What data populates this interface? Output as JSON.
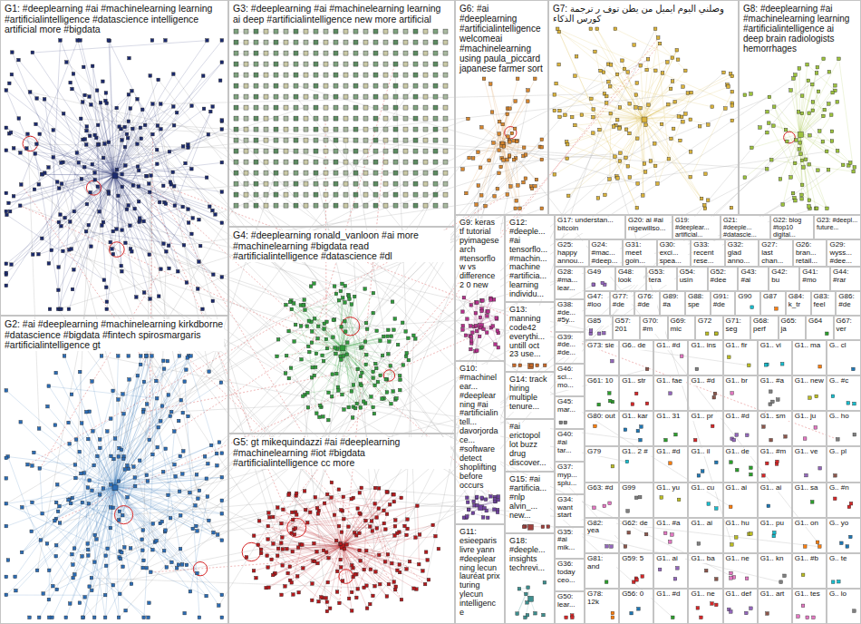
{
  "diagram": {
    "nodes": [
      {
        "text": [
          "G1: #deeplearning #ai #machinelearning learning #artificialintelligence #datascience intelligence artificial more #bigdata"
        ]
      },
      {
        "text": [
          "G2: #ai #deeplearning #machinelearning kirkdborne #datascience #bigdata #fintech spirosmargaris #artificialintelligence gt"
        ]
      },
      {
        "text": [
          "G3: #deeplearning #ai #machinelearning learning ai deep #artificialintelligence new more artificial"
        ]
      },
      {
        "text": [
          "G4: #deeplearning ronald_vanloon #ai more #machinelearning #bigdata read #artificialintelligence #datascience #dl"
        ]
      },
      {
        "text": [
          "G5: gt mikequindazzi #ai #deeplearning #machinelearning #iot #bigdata #artificialintelligence cc more"
        ]
      },
      {
        "text": [
          "G6: #ai #deeplearning #artificialintelligence welcomeai #machinelearning using paula_piccard japanese farmer sort"
        ]
      },
      {
        "text": [
          "G7: وصلني اليوم ايميل من يطن توف ر ترجمة كورس الذكاء"
        ]
      },
      {
        "text": [
          "G8: #deeplearning #ai #machinelearning learning #artificialintelligence ai deep brain radiologists hemorrhages"
        ]
      },
      {
        "text": [
          "G9: keras tf tutorial pyimagesearch #tensorflow vs difference 2 0 new"
        ]
      },
      {
        "text": [
          "G10: #machinelear... #deeplearning #ai #artificialintell... davorjordace... #software detect shoplifting before occurs"
        ]
      },
      {
        "text": [
          "G11: esieeparis livre yann #deeplearning lecun lauréat prix turing ylecun intelligence"
        ]
      },
      {
        "text": [
          "G12: #deeple... #ai tensorflo... #machin... machine #artificia... learning individu..."
        ]
      },
      {
        "text": [
          "G13: manning code42 everythi... untill oct 23 use..."
        ]
      },
      {
        "text": [
          "G14: track hiring multiple tenure..."
        ]
      },
      {
        "text": [
          "#ai erictopol lot buzz drug discover..."
        ]
      },
      {
        "text": [
          "G15: #ai #artificia... #nlp alvin_... new..."
        ]
      },
      {
        "text": [
          "G18: #deeple... insights techrevi..."
        ]
      },
      {
        "text": [
          "G17: understan... bitcoin"
        ]
      },
      {
        "text": [
          "G20: ai #ai nigewillso..."
        ]
      },
      {
        "text": [
          "G19: #deeplear... artificial..."
        ]
      },
      {
        "text": [
          "G21: #deeple... #datascie..."
        ]
      },
      {
        "text": [
          "G22: blog #top10 digital..."
        ]
      },
      {
        "text": [
          "G23: #deepl... future..."
        ]
      },
      {
        "text": [
          "G25: happy annou..."
        ]
      },
      {
        "text": [
          "G24: #mac... #deep..."
        ]
      },
      {
        "text": [
          "G31: meet goin..."
        ]
      },
      {
        "text": [
          "G30: exci... spea..."
        ]
      },
      {
        "text": [
          "G33: recent rese..."
        ]
      },
      {
        "text": [
          "G32: glad anno..."
        ]
      },
      {
        "text": [
          "G27: last chan..."
        ]
      },
      {
        "text": [
          "G26: bran... retail..."
        ]
      },
      {
        "text": [
          "G29: wyss... #dee..."
        ]
      },
      {
        "text": [
          "G28: #ma... lear..."
        ]
      },
      {
        "text": [
          "G38: #de... #5y..."
        ]
      },
      {
        "text": [
          "G39: #de... #de..."
        ]
      },
      {
        "text": [
          "G46: sci... mo..."
        ]
      },
      {
        "text": [
          "G45: mar..."
        ]
      },
      {
        "text": [
          "G40: #ai tar..."
        ]
      },
      {
        "text": [
          "G37: myp... splu..."
        ]
      },
      {
        "text": [
          "G34: want start"
        ]
      },
      {
        "text": [
          "G35: #ai mik..."
        ]
      },
      {
        "text": [
          "G36: today ceo..."
        ]
      },
      {
        "text": [
          "G50: lear..."
        ]
      },
      {
        "text": [
          "G49"
        ]
      },
      {
        "text": [
          "G48: look"
        ]
      },
      {
        "text": [
          "G53: tera"
        ]
      },
      {
        "text": [
          "G54: usin"
        ]
      },
      {
        "text": [
          "G52: #dee"
        ]
      },
      {
        "text": [
          "G43: #ai"
        ]
      },
      {
        "text": [
          "G42: bu"
        ]
      },
      {
        "text": [
          "G41: #mo"
        ]
      },
      {
        "text": [
          "G44: #rar"
        ]
      },
      {
        "text": [
          "G47: #loo"
        ]
      },
      {
        "text": [
          "G77: #de"
        ]
      },
      {
        "text": [
          "G76: #de"
        ]
      },
      {
        "text": [
          "G89: #a"
        ]
      },
      {
        "text": [
          "G88: spe"
        ]
      },
      {
        "text": [
          "G91: #de"
        ]
      },
      {
        "text": [
          "G90"
        ]
      },
      {
        "text": [
          "G87"
        ]
      },
      {
        "text": [
          "G84: k_tr"
        ]
      },
      {
        "text": [
          "G83: feel"
        ]
      },
      {
        "text": [
          "G86: #de"
        ]
      },
      {
        "text": [
          "G85"
        ]
      },
      {
        "text": [
          "G57: 201"
        ]
      },
      {
        "text": [
          "G70: #m"
        ]
      },
      {
        "text": [
          "G69: mic"
        ]
      },
      {
        "text": [
          "G72"
        ]
      },
      {
        "text": [
          "G71: seg"
        ]
      },
      {
        "text": [
          "G68: perf"
        ]
      },
      {
        "text": [
          "G65: ja"
        ]
      },
      {
        "text": [
          "G64"
        ]
      },
      {
        "text": [
          "G67: ver"
        ]
      },
      {
        "text": [
          "G73: sie"
        ]
      },
      {
        "text": [
          "G6.. de"
        ]
      },
      {
        "text": [
          "G1.. #d"
        ]
      },
      {
        "text": [
          "G1.. ins"
        ]
      },
      {
        "text": [
          "G1.. fir"
        ]
      },
      {
        "text": [
          "G1.. vi"
        ]
      },
      {
        "text": [
          "G1.. ma"
        ]
      },
      {
        "text": [
          "G.. cl"
        ]
      },
      {
        "text": [
          "G61: 10"
        ]
      },
      {
        "text": [
          "G1.. str"
        ]
      },
      {
        "text": [
          "G1.. fae"
        ]
      },
      {
        "text": [
          "G1.. #d"
        ]
      },
      {
        "text": [
          "G1.. br"
        ]
      },
      {
        "text": [
          "G1.. #a"
        ]
      },
      {
        "text": [
          "G1.. new"
        ]
      },
      {
        "text": [
          "G.. #c"
        ]
      },
      {
        "text": [
          "G80: out"
        ]
      },
      {
        "text": [
          "G1.. kar"
        ]
      },
      {
        "text": [
          "G1.. 31"
        ]
      },
      {
        "text": [
          "G1.. pr"
        ]
      },
      {
        "text": [
          "G1.. #d"
        ]
      },
      {
        "text": [
          "G1.. sm"
        ]
      },
      {
        "text": [
          "G1.. ju"
        ]
      },
      {
        "text": [
          "G.. ho"
        ]
      },
      {
        "text": [
          "G79"
        ]
      },
      {
        "text": [
          "G1.. 2 #"
        ]
      },
      {
        "text": [
          "G1.. #d"
        ]
      },
      {
        "text": [
          "G1.. il"
        ]
      },
      {
        "text": [
          "G1.. de"
        ]
      },
      {
        "text": [
          "G1.. #m"
        ]
      },
      {
        "text": [
          "G1.. ve"
        ]
      },
      {
        "text": [
          "G.. pl"
        ]
      },
      {
        "text": [
          "G63: #d"
        ]
      },
      {
        "text": [
          "G99"
        ]
      },
      {
        "text": [
          "G1.. yu"
        ]
      },
      {
        "text": [
          "G1.. cu"
        ]
      },
      {
        "text": [
          "G1.. ai"
        ]
      },
      {
        "text": [
          "G1.. ai"
        ]
      },
      {
        "text": [
          "G1.. sa"
        ]
      },
      {
        "text": [
          "G.. #n"
        ]
      },
      {
        "text": [
          "G82: yea"
        ]
      },
      {
        "text": [
          "G62: de"
        ]
      },
      {
        "text": [
          "G1.. #a"
        ]
      },
      {
        "text": [
          "G1.. ai"
        ]
      },
      {
        "text": [
          "G1.. hu"
        ]
      },
      {
        "text": [
          "G1.. pu"
        ]
      },
      {
        "text": [
          "G1.. on"
        ]
      },
      {
        "text": [
          "G.. yo"
        ]
      },
      {
        "text": [
          "G81: and"
        ]
      },
      {
        "text": [
          "G59: 5"
        ]
      },
      {
        "text": [
          "G1.. ai"
        ]
      },
      {
        "text": [
          "G1.. ba"
        ]
      },
      {
        "text": [
          "G1.. ne"
        ]
      },
      {
        "text": [
          "G1.. kn"
        ]
      },
      {
        "text": [
          "G1.. #b"
        ]
      },
      {
        "text": [
          "G.. te"
        ]
      },
      {
        "text": [
          "G78: 12k"
        ]
      },
      {
        "text": [
          "G56: 0"
        ]
      },
      {
        "text": [
          "G1.. #d"
        ]
      },
      {
        "text": [
          "G1.. ne"
        ]
      },
      {
        "text": [
          "G1.. def"
        ]
      },
      {
        "text": [
          "G1.. art"
        ]
      },
      {
        "text": [
          "G1.. tes"
        ]
      },
      {
        "text": [
          "G.. lo"
        ]
      }
    ]
  }
}
